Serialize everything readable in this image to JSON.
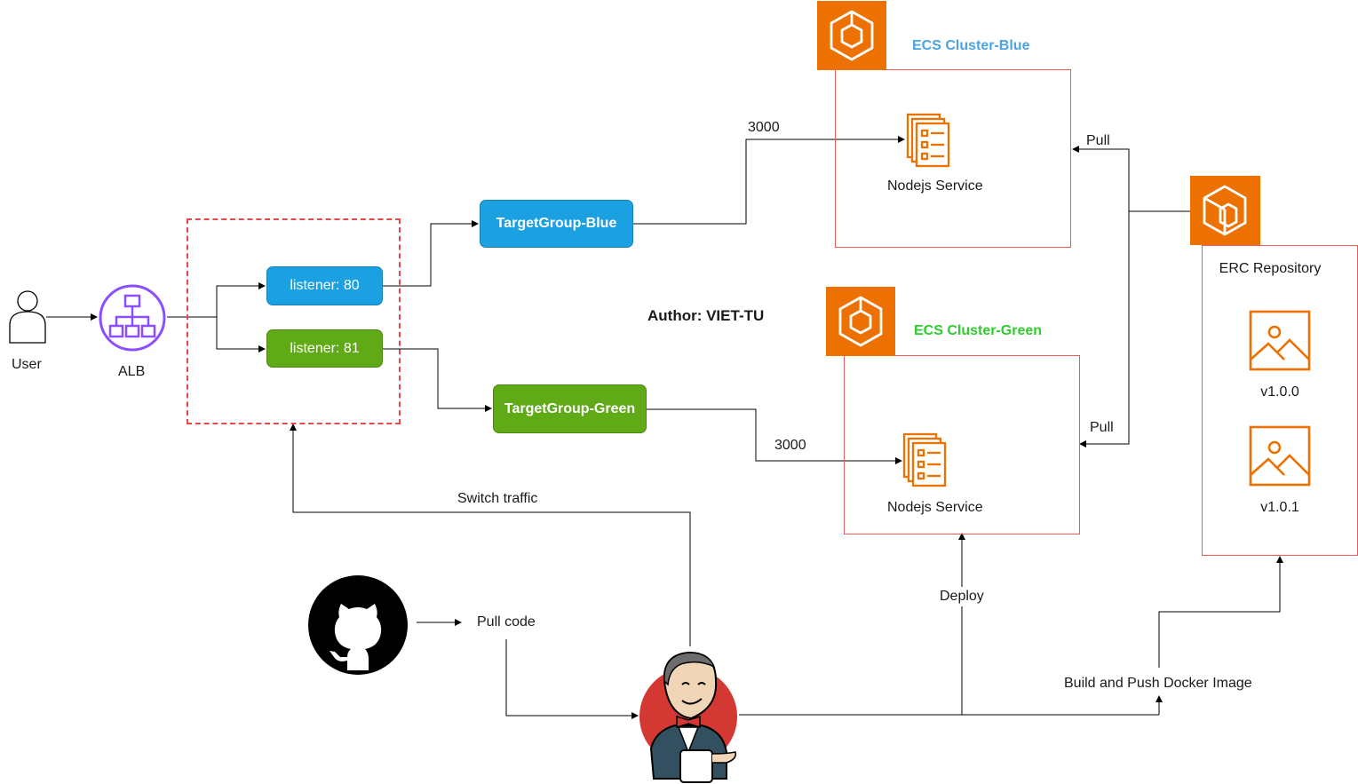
{
  "user": {
    "label": "User"
  },
  "alb": {
    "label": "ALB"
  },
  "listeners": [
    {
      "label": "listener: 80"
    },
    {
      "label": "listener: 81"
    }
  ],
  "target_groups": {
    "blue": "TargetGroup-Blue",
    "green": "TargetGroup-Green"
  },
  "author": "Author: VIET-TU",
  "clusters": {
    "blue": {
      "title": "ECS Cluster-Blue",
      "service": "Nodejs Service",
      "port": "3000",
      "pull": "Pull"
    },
    "green": {
      "title": "ECS Cluster-Green",
      "service": "Nodejs Service",
      "port": "3000",
      "pull": "Pull"
    }
  },
  "repository": {
    "title": "ERC Repository",
    "images": [
      "v1.0.0",
      "v1.0.1"
    ]
  },
  "pipeline": {
    "switch_traffic": "Switch traffic",
    "pull_code": "Pull code",
    "deploy": "Deploy",
    "build_push": "Build and Push Docker Image"
  },
  "colors": {
    "aws_orange": "#ed7100",
    "alb_purple": "#8c4fff",
    "blue": "#1ba1e2",
    "green": "#60a917",
    "red_border": "#e85a5a"
  },
  "icons": [
    "user-icon",
    "alb-icon",
    "ecs-icon",
    "ecr-icon",
    "service-icon",
    "image-icon",
    "github-icon",
    "jenkins-icon"
  ]
}
